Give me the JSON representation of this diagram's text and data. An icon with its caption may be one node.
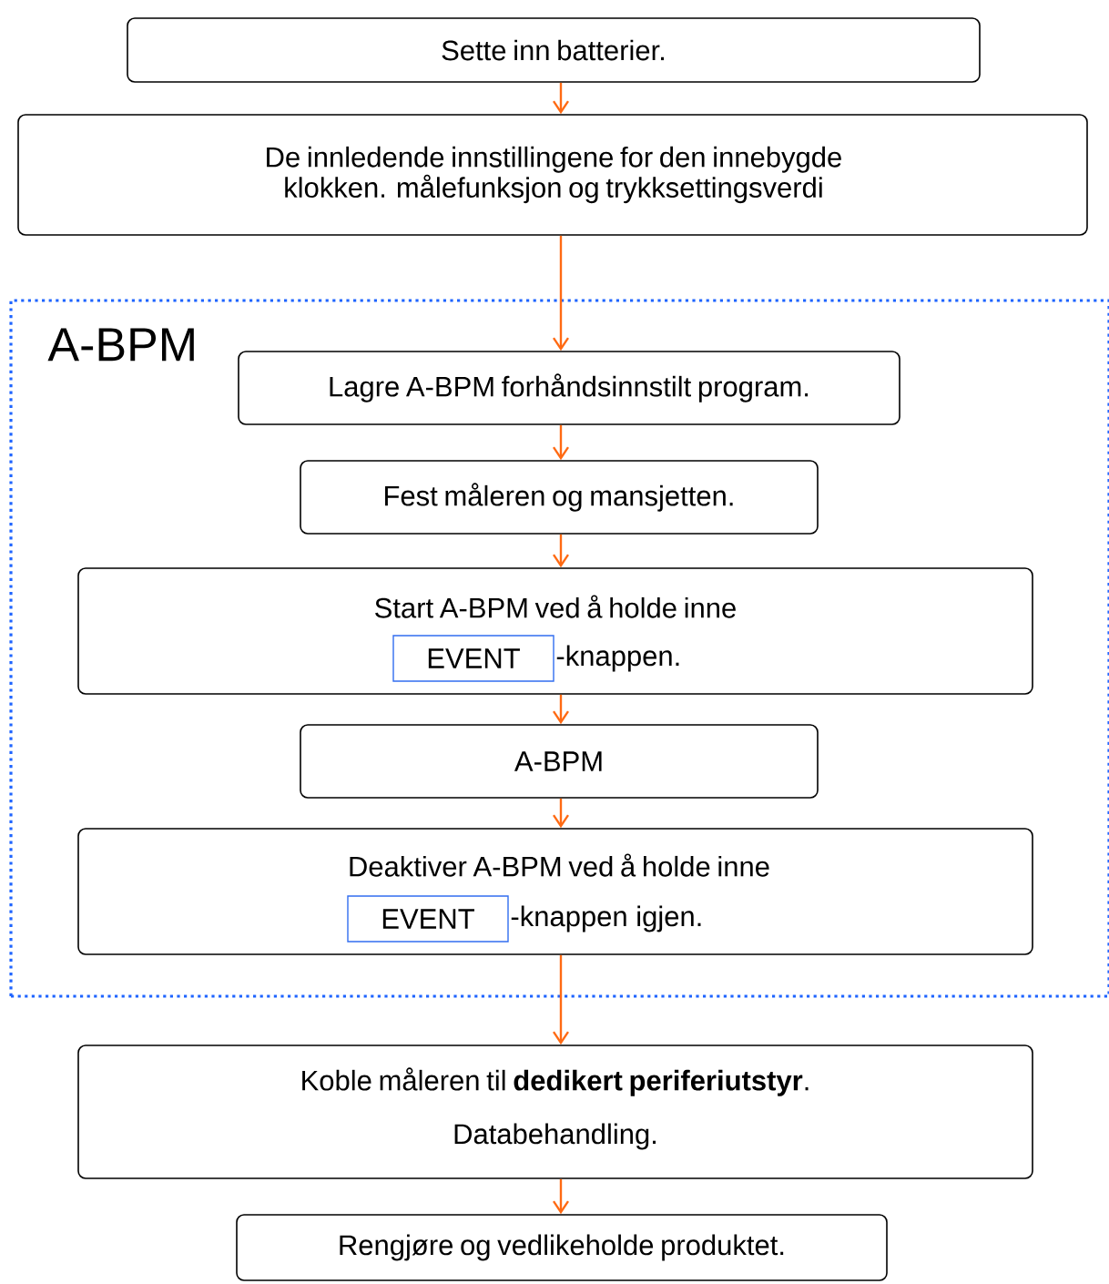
{
  "diagram": {
    "nodes": [
      {
        "text": [
          "Sette inn batterier."
        ]
      },
      {
        "text": [
          "De innledende innstillingene for den innebygde klokken. målefunksjon og trykksettingsverdi"
        ]
      },
      {
        "text": [
          "A-BPM"
        ]
      },
      {
        "text": [
          "Lagre A-BPM forhåndsinnstilt program."
        ],
        "in": 2
      },
      {
        "text": [
          "Fest måleren og mansjetten."
        ],
        "in": 2
      },
      {
        "text": [
          "Start A-BPM ved å holde inne",
          "-knappen."
        ],
        "in": 2
      },
      {
        "text": [
          "EVENT"
        ],
        "in": 5
      },
      {
        "text": [
          "A-BPM"
        ],
        "in": 2
      },
      {
        "text": [
          "Deaktiver A-BPM ved å holde inne",
          "-knappen igjen."
        ],
        "in": 2
      },
      {
        "text": [
          "EVENT"
        ],
        "in": 8
      },
      {
        "text": [
          "Koble måleren til **dedikert periferiutstyr**.",
          "Databehandling."
        ]
      },
      {
        "text": [
          "Rengjøre og vedlikeholde produktet."
        ]
      }
    ],
    "edges": [
      {
        "from": 0,
        "to": 1,
        "arrow": "to"
      },
      {
        "from": 1,
        "to": 3,
        "arrow": "to"
      },
      {
        "from": 3,
        "to": 4,
        "arrow": "to"
      },
      {
        "from": 4,
        "to": 5,
        "arrow": "to"
      },
      {
        "from": 5,
        "to": 7,
        "arrow": "to"
      },
      {
        "from": 7,
        "to": 8,
        "arrow": "to"
      },
      {
        "from": 8,
        "to": 10,
        "arrow": "to"
      },
      {
        "from": 10,
        "to": 11,
        "arrow": "to"
      }
    ]
  }
}
